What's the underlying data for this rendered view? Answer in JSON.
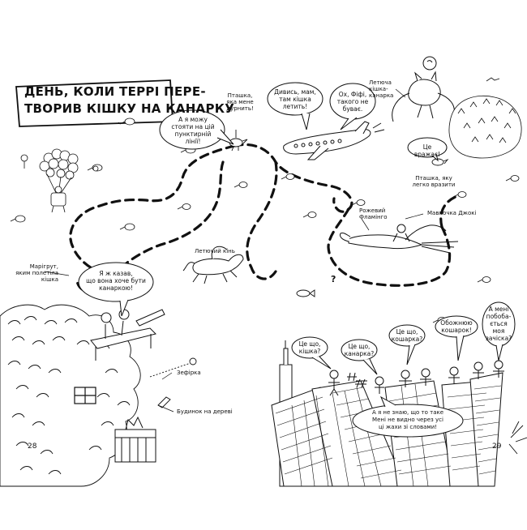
{
  "title": {
    "line1": "ДЕНЬ, КОЛИ ТЕРРІ ПЕРЕ-",
    "line2": "ТВОРИВ КІШКУ НА КАНАРКУ"
  },
  "labels": {
    "bird_annoying": "Пташка,\nяка мене\nдурнить!",
    "flying_catcanary": "Летюча\nкішка-\nканарка",
    "parachute": "Марігрут,\nяким полетіла\nкішка",
    "flying_horse": "Летючий кінь",
    "pink_flamingo": "Рожевий\nФламінго",
    "jockey": "Мавпочка Джокі",
    "bird_easy": "Пташка, яку\nлегко вразити",
    "zephyr": "Зефірка",
    "treehouse": "Будинок на дереві"
  },
  "bubbles": {
    "stand_dotted": "А я можу\nстояти на цій\nпунктирній\nлінії!",
    "look_mom": "Дивись, мам,\nтам кішка\nлетить!",
    "oh_fifi": "Ох, Фіфі,\nтакого не\nбуває.",
    "impressive": "Це вражає!",
    "told_you": "Я ж казав,\nщо вона хоче бути\nканаркою!",
    "is_cat": "Це що,\nкішка?",
    "is_canary": "Це що,\nканарка?",
    "is_catcanary": "Це що,\nкошарка?",
    "adore": "Обожнюю\nкошарок!",
    "i_want": "А мені\nпобоба-\nється\nмоя\nзачіска?",
    "dont_know": "А я не знаю, що то таке\nМені не видно через усі\nці жахи зі словами!"
  },
  "page_left": "28",
  "page_right": "29"
}
